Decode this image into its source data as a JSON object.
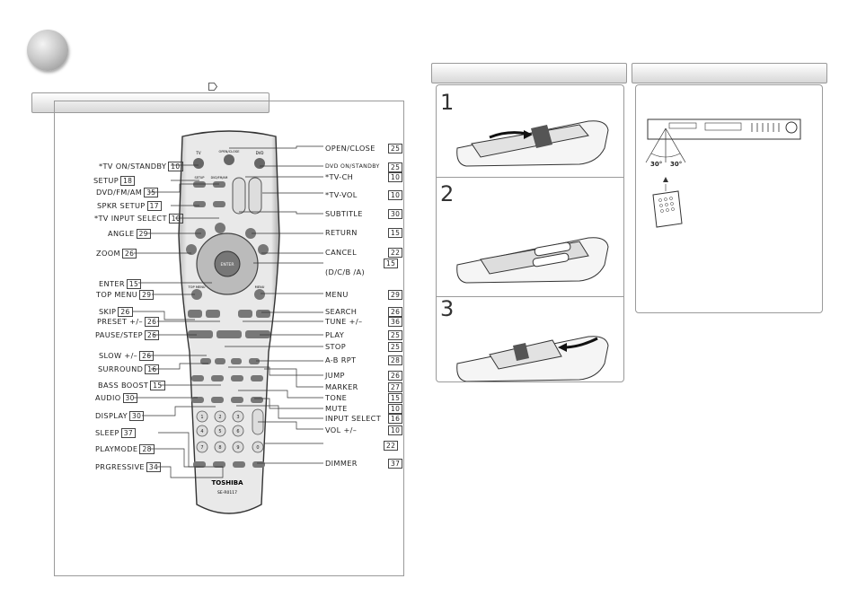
{
  "left_labels": [
    {
      "id": "tv-on-standby",
      "text": "*TV ON/STANDBY",
      "page": "10"
    },
    {
      "id": "setup",
      "text": "SETUP",
      "page": "18"
    },
    {
      "id": "dvd-fm-am",
      "text": "DVD/FM/AM",
      "page": "35"
    },
    {
      "id": "spkr-setup",
      "text": "SPKR SETUP",
      "page": "17"
    },
    {
      "id": "tv-input-select",
      "text": "*TV INPUT SELECT",
      "page": "10"
    },
    {
      "id": "angle",
      "text": "ANGLE",
      "page": "29"
    },
    {
      "id": "zoom",
      "text": "ZOOM",
      "page": "26"
    },
    {
      "id": "enter",
      "text": "ENTER",
      "page": "15"
    },
    {
      "id": "top-menu",
      "text": "TOP MENU",
      "page": "29"
    },
    {
      "id": "skip",
      "text": "SKIP",
      "page": "26"
    },
    {
      "id": "preset",
      "text": "PRESET +/–",
      "page": "26"
    },
    {
      "id": "pause-step",
      "text": "PAUSE/STEP",
      "page": "26"
    },
    {
      "id": "slow",
      "text": "SLOW +/–",
      "page": "26"
    },
    {
      "id": "surround",
      "text": "SURROUND",
      "page": "16"
    },
    {
      "id": "bass-boost",
      "text": "BASS BOOST",
      "page": "15"
    },
    {
      "id": "audio",
      "text": "AUDIO",
      "page": "30"
    },
    {
      "id": "display",
      "text": "DISPLAY",
      "page": "30"
    },
    {
      "id": "sleep",
      "text": "SLEEP",
      "page": "37"
    },
    {
      "id": "playmode",
      "text": "PLAYMODE",
      "page": "28"
    },
    {
      "id": "progressive",
      "text": "PRGRESSIVE",
      "page": "34"
    }
  ],
  "right_labels": [
    {
      "id": "open-close",
      "text": "OPEN/CLOSE",
      "page": "25"
    },
    {
      "id": "dvd-on-standby",
      "text": "DVD ON/STANDBY",
      "page": "25"
    },
    {
      "id": "tv-ch",
      "text": "*TV-CH",
      "page": "10"
    },
    {
      "id": "tv-vol",
      "text": "*TV-VOL",
      "page": "10"
    },
    {
      "id": "subtitle",
      "text": "SUBTITLE",
      "page": "30"
    },
    {
      "id": "return",
      "text": "RETURN",
      "page": "15"
    },
    {
      "id": "cancel",
      "text": "CANCEL",
      "page": "22"
    },
    {
      "id": "cursor-page",
      "text": "",
      "page": "15"
    },
    {
      "id": "cursor",
      "text": "(D/C/B /A)",
      "page": ""
    },
    {
      "id": "menu",
      "text": "MENU",
      "page": "29"
    },
    {
      "id": "search",
      "text": "SEARCH",
      "page": "26"
    },
    {
      "id": "tune",
      "text": "TUNE +/–",
      "page": "36"
    },
    {
      "id": "play",
      "text": "PLAY",
      "page": "25"
    },
    {
      "id": "stop",
      "text": "STOP",
      "page": "25"
    },
    {
      "id": "a-b-rpt",
      "text": "A-B RPT",
      "page": "28"
    },
    {
      "id": "jump",
      "text": "JUMP",
      "page": "26"
    },
    {
      "id": "marker",
      "text": "MARKER",
      "page": "27"
    },
    {
      "id": "tone",
      "text": "TONE",
      "page": "15"
    },
    {
      "id": "mute",
      "text": "MUTE",
      "page": "10"
    },
    {
      "id": "input-select",
      "text": "INPUT SELECT",
      "page": "16"
    },
    {
      "id": "vol",
      "text": "VOL +/–",
      "page": "10"
    },
    {
      "id": "number-page",
      "text": "",
      "page": "22"
    },
    {
      "id": "dimmer",
      "text": "DIMMER",
      "page": "37"
    }
  ],
  "remote": {
    "brand": "TOSHIBA",
    "model": "SE-R0117",
    "buttons": {
      "tv": "TV",
      "open_close": "OPEN/CLOSE",
      "dvd": "DVD",
      "setup": "SETUP",
      "dvd_fm_am": "DVD/FM/AM",
      "spkr_setup": "SPKR SETUP",
      "tv_input_select": "TV INPUT SELECT",
      "tv_ch": "TV-CH",
      "tv_vol": "TV-VOL",
      "subtitle": "SUBTITLE",
      "angle": "ANGLE",
      "return": "RETURN",
      "zoom": "ZOOM",
      "cancel": "CANCEL",
      "enter": "ENTER",
      "top_menu": "TOP MENU",
      "menu": "MENU",
      "skip": "SKIP",
      "preset": "PRESET",
      "search": "SEARCH",
      "tune": "TUNE",
      "pause_step": "PAUSE/STEP",
      "stop": "STOP",
      "play": "PLAY",
      "slow": "SLOW",
      "jump": "JUMP",
      "a_b_rpt": "A-B RPT",
      "surround": "SURROUND",
      "bass_boost": "BASS BOOST",
      "tone": "TONE",
      "marker": "MARKER",
      "audio": "AUDIO",
      "display": "DISPLAY",
      "input_select": "INPUT SELECT",
      "mute": "MUTE",
      "vol": "VOL",
      "sleep": "SLEEP",
      "playmode": "PLAYMODE",
      "progressive": "PROGRESSIVE",
      "dimmer": "DIMMER",
      "digits": [
        "1",
        "2",
        "3",
        "4",
        "5",
        "6",
        "7",
        "8",
        "9",
        "0"
      ]
    }
  },
  "steps": [
    "1",
    "2",
    "3"
  ],
  "angles": {
    "left": "30°",
    "right": "30°"
  }
}
